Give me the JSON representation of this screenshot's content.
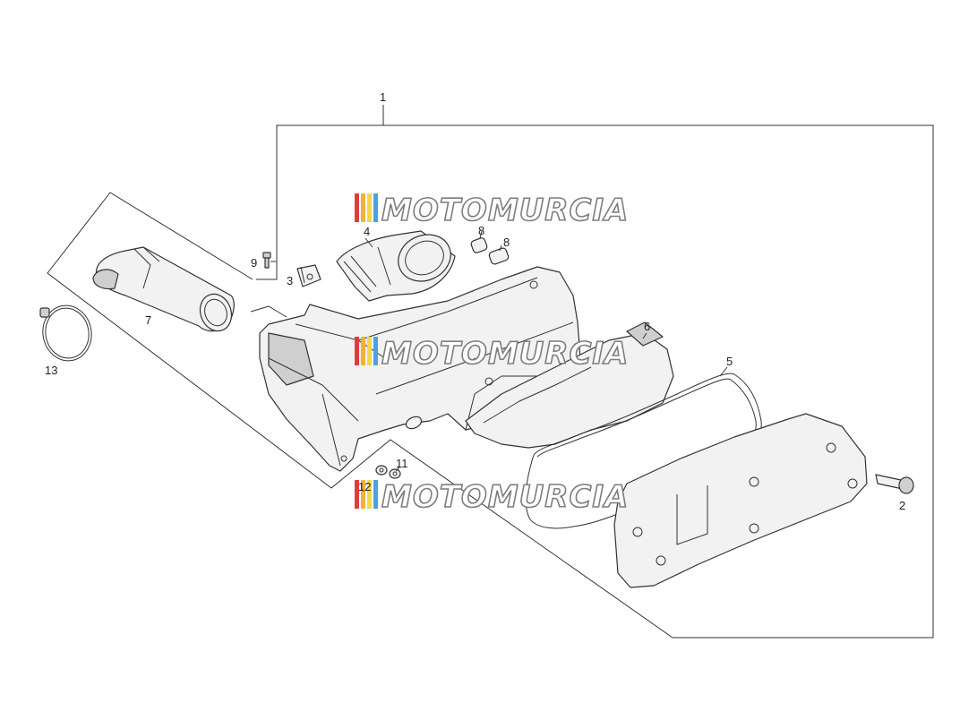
{
  "diagram": {
    "callouts": [
      {
        "id": "1",
        "label": "1"
      },
      {
        "id": "2",
        "label": "2"
      },
      {
        "id": "3",
        "label": "3"
      },
      {
        "id": "4",
        "label": "4"
      },
      {
        "id": "5",
        "label": "5"
      },
      {
        "id": "6",
        "label": "6"
      },
      {
        "id": "7",
        "label": "7"
      },
      {
        "id": "8a",
        "label": "8"
      },
      {
        "id": "8b",
        "label": "8"
      },
      {
        "id": "9",
        "label": "9"
      },
      {
        "id": "11",
        "label": "11"
      },
      {
        "id": "12",
        "label": "12"
      },
      {
        "id": "13",
        "label": "13"
      }
    ]
  },
  "watermark": {
    "text": "MOTOMURCIA",
    "stripe_colors": [
      "#e23b3b",
      "#f2b233",
      "#f2d94a",
      "#4aa3e0"
    ]
  }
}
